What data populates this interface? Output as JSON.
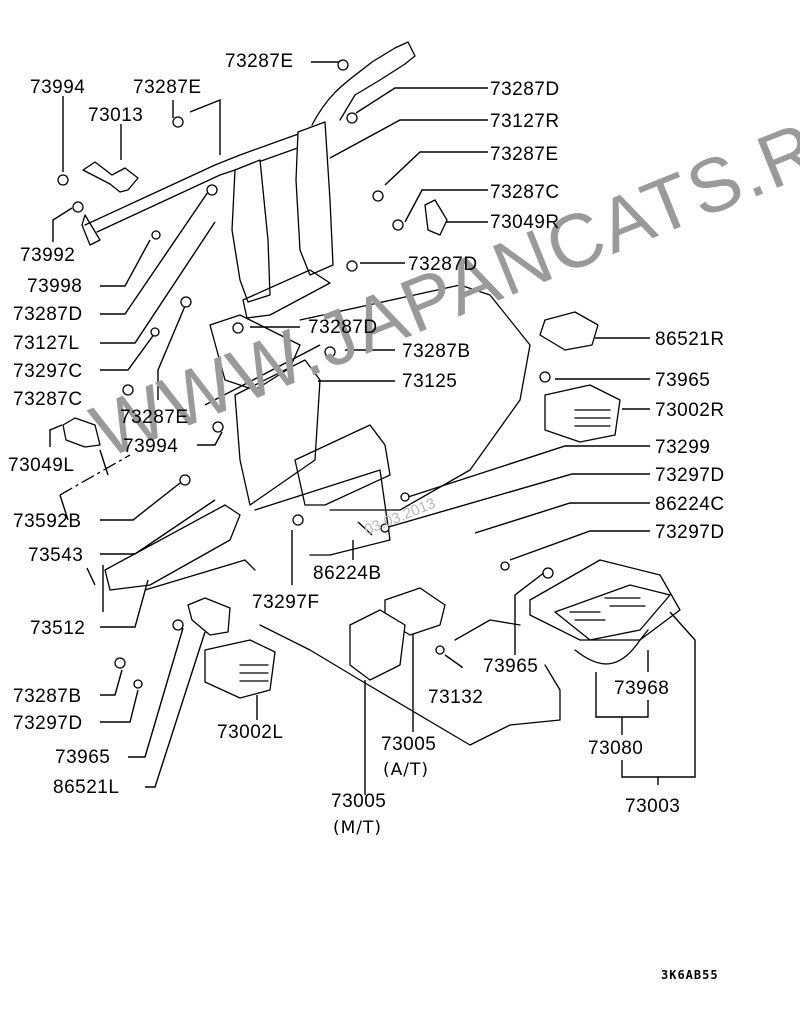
{
  "diagram": {
    "title_code": "3K6AB55",
    "watermark": {
      "site": "WWW.JAPANCATS.RU",
      "date": "03.03.2013"
    },
    "callouts": [
      {
        "id": "c1",
        "text": "73287E"
      },
      {
        "id": "c2",
        "text": "73994"
      },
      {
        "id": "c3",
        "text": "73287E"
      },
      {
        "id": "c4",
        "text": "73013"
      },
      {
        "id": "c5",
        "text": "73287D"
      },
      {
        "id": "c6",
        "text": "73127R"
      },
      {
        "id": "c7",
        "text": "73287E"
      },
      {
        "id": "c8",
        "text": "73287C"
      },
      {
        "id": "c9",
        "text": "73049R"
      },
      {
        "id": "c10",
        "text": "73992"
      },
      {
        "id": "c11",
        "text": "73287D"
      },
      {
        "id": "c12",
        "text": "73998"
      },
      {
        "id": "c13",
        "text": "73287D"
      },
      {
        "id": "c14",
        "text": "73127L"
      },
      {
        "id": "c15",
        "text": "73287D"
      },
      {
        "id": "c16",
        "text": "86521R"
      },
      {
        "id": "c17",
        "text": "73297C"
      },
      {
        "id": "c18",
        "text": "73287B"
      },
      {
        "id": "c19",
        "text": "73125"
      },
      {
        "id": "c20",
        "text": "73287C"
      },
      {
        "id": "c21",
        "text": "73965"
      },
      {
        "id": "c22",
        "text": "73287E"
      },
      {
        "id": "c23",
        "text": "73002R"
      },
      {
        "id": "c24",
        "text": "73994"
      },
      {
        "id": "c25",
        "text": "73299"
      },
      {
        "id": "c26",
        "text": "73049L"
      },
      {
        "id": "c27",
        "text": "73297D"
      },
      {
        "id": "c28",
        "text": "86224C"
      },
      {
        "id": "c29",
        "text": "73592B"
      },
      {
        "id": "c30",
        "text": "73297D"
      },
      {
        "id": "c31",
        "text": "73543"
      },
      {
        "id": "c32",
        "text": "86224B"
      },
      {
        "id": "c33",
        "text": "73297F"
      },
      {
        "id": "c34",
        "text": "73512"
      },
      {
        "id": "c35",
        "text": "73965"
      },
      {
        "id": "c36",
        "text": "73968"
      },
      {
        "id": "c37",
        "text": "73287B"
      },
      {
        "id": "c38",
        "text": "73132"
      },
      {
        "id": "c39",
        "text": "73297D"
      },
      {
        "id": "c40",
        "text": "73002L"
      },
      {
        "id": "c41",
        "text": "73005"
      },
      {
        "id": "c42",
        "text": "(A/T)"
      },
      {
        "id": "c43",
        "text": "73080"
      },
      {
        "id": "c44",
        "text": "73965"
      },
      {
        "id": "c45",
        "text": "86521L"
      },
      {
        "id": "c46",
        "text": "73005"
      },
      {
        "id": "c47",
        "text": "(M/T)"
      },
      {
        "id": "c48",
        "text": "73003"
      }
    ]
  }
}
